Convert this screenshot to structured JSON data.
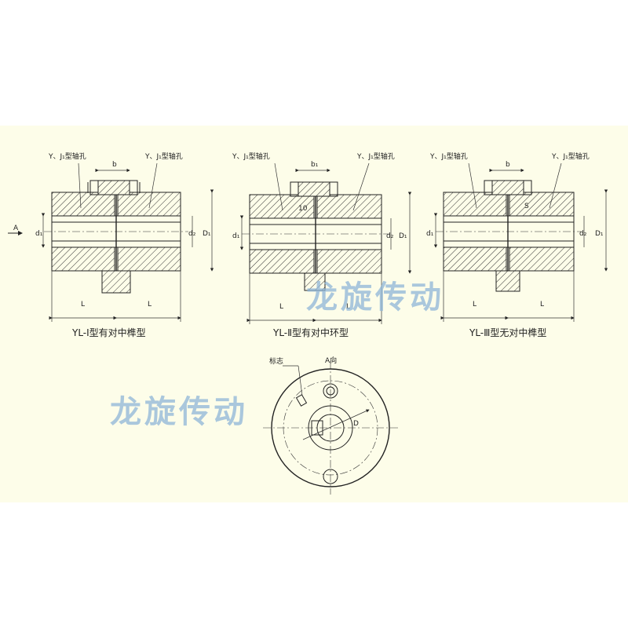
{
  "watermark": "龙旋传动",
  "direction_arrow_label": "A",
  "views": [
    {
      "caption": "YL-Ⅰ型有对中榫型",
      "left_bore_label": "Y、J₁型轴孔",
      "right_bore_label": "Y、J₁型轴孔",
      "dim_top": "b",
      "dim_bore": "d₁",
      "dim_hub": "d₂",
      "dim_outer": "D₁",
      "dim_length_left": "L",
      "dim_length_right": "L"
    },
    {
      "caption": "YL-Ⅱ型有对中环型",
      "left_bore_label": "Y、J₁型轴孔",
      "right_bore_label": "Y、J₁型轴孔",
      "dim_top": "b₁",
      "dim_gap": "10",
      "dim_bore": "d₁",
      "dim_hub": "d₂",
      "dim_outer": "D₁",
      "dim_length_left": "L",
      "dim_length_right": "L"
    },
    {
      "caption": "YL-Ⅲ型无对中榫型",
      "left_bore_label": "Y、J₁型轴孔",
      "right_bore_label": "Y、J₁型轴孔",
      "dim_top": "b",
      "dim_gap": "S",
      "dim_bore": "d₁",
      "dim_hub": "d₂",
      "dim_outer": "D₁",
      "dim_length_left": "L",
      "dim_length_right": "L"
    }
  ],
  "end_view": {
    "title": "A向",
    "mark_label": "标志",
    "dim_label": "D"
  }
}
